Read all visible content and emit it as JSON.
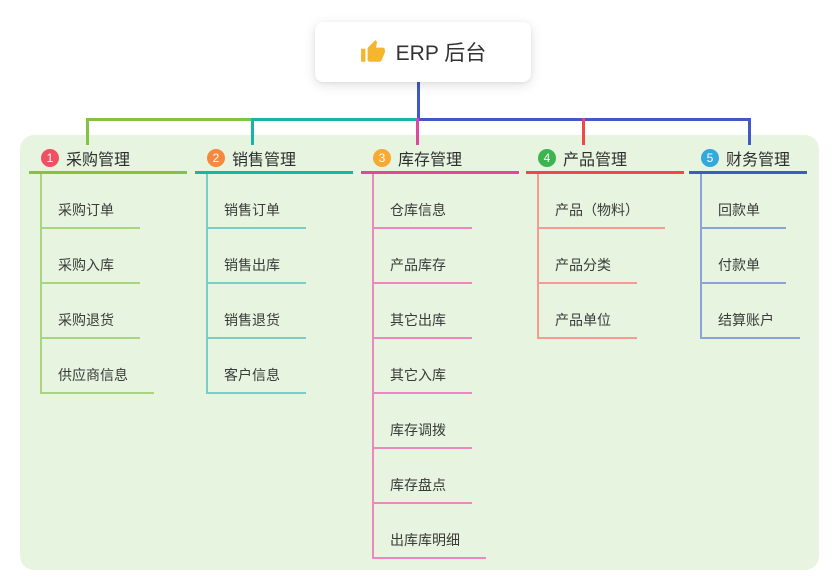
{
  "page": {
    "bg": "#ffffff"
  },
  "panel": {
    "bg": "#e7f5e0"
  },
  "root": {
    "icon": "thumbs-up-icon",
    "icon_color": "#f6b52f",
    "label": "ERP 后台"
  },
  "branches": [
    {
      "num": "1",
      "label": "采购管理",
      "badge_color": "#f15062",
      "line_color": "#82c341",
      "child_line_color": "#a9d57f",
      "children": [
        "采购订单",
        "采购入库",
        "采购退货",
        "供应商信息"
      ]
    },
    {
      "num": "2",
      "label": "销售管理",
      "badge_color": "#f6883f",
      "line_color": "#18b4a8",
      "child_line_color": "#79cfc6",
      "children": [
        "销售订单",
        "销售出库",
        "销售退货",
        "客户信息"
      ]
    },
    {
      "num": "3",
      "label": "库存管理",
      "badge_color": "#f7a931",
      "line_color": "#dd4a9b",
      "child_line_color": "#ee86bf",
      "children": [
        "仓库信息",
        "产品库存",
        "其它出库",
        "其它入库",
        "库存调拨",
        "库存盘点",
        "出库库明细"
      ]
    },
    {
      "num": "4",
      "label": "产品管理",
      "badge_color": "#3cb450",
      "line_color": "#f2464b",
      "child_line_color": "#f79a94",
      "children": [
        "产品（物料）",
        "产品分类",
        "产品单位"
      ]
    },
    {
      "num": "5",
      "label": "财务管理",
      "badge_color": "#31a9dd",
      "line_color": "#4159c4",
      "child_line_color": "#8ca3d9",
      "children": [
        "回款单",
        "付款单",
        "结算账户"
      ]
    }
  ]
}
